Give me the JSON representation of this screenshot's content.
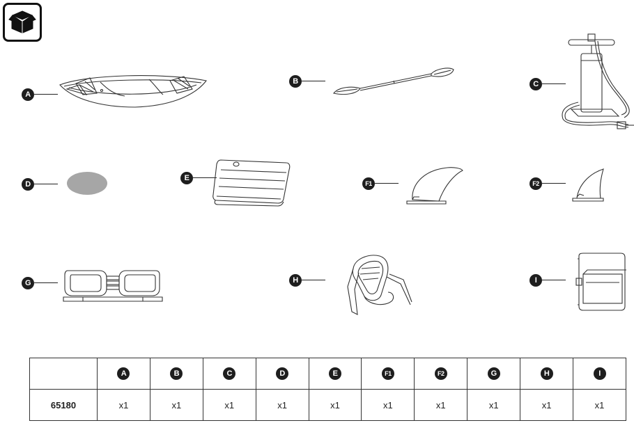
{
  "header_icon": "package-box-icon",
  "parts": [
    {
      "id": "A",
      "label": "A",
      "icon": "kayak-icon"
    },
    {
      "id": "B",
      "label": "B",
      "icon": "paddle-icon"
    },
    {
      "id": "C",
      "label": "C",
      "icon": "air-pump-icon"
    },
    {
      "id": "D",
      "label": "D",
      "icon": "repair-patch-icon"
    },
    {
      "id": "E",
      "label": "E",
      "icon": "seat-cushion-icon"
    },
    {
      "id": "F1",
      "label": "F1",
      "icon": "large-fin-icon"
    },
    {
      "id": "F2",
      "label": "F2",
      "icon": "small-fin-icon"
    },
    {
      "id": "G",
      "label": "G",
      "icon": "carry-handle-icon"
    },
    {
      "id": "H",
      "label": "H",
      "icon": "seat-backrest-icon"
    },
    {
      "id": "I",
      "label": "I",
      "icon": "storage-bag-icon"
    }
  ],
  "table": {
    "headers": [
      "",
      "A",
      "B",
      "C",
      "D",
      "E",
      "F1",
      "F2",
      "G",
      "H",
      "I"
    ],
    "rows": [
      {
        "model": "65180",
        "quantities": [
          "x1",
          "x1",
          "x1",
          "x1",
          "x1",
          "x1",
          "x1",
          "x1",
          "x1",
          "x1"
        ]
      }
    ]
  },
  "colors": {
    "badge": "#1e1e1e",
    "patch": "#a6a6a6",
    "line": "#333333"
  }
}
